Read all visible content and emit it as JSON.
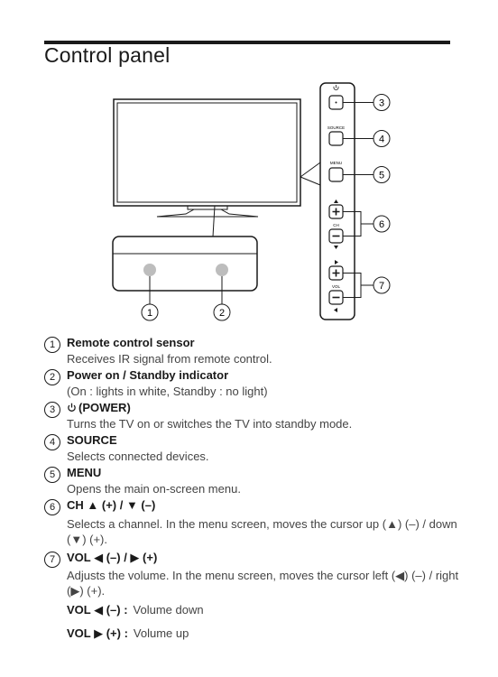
{
  "page": {
    "title": "Control panel"
  },
  "diagram": {
    "callouts": [
      "1",
      "2",
      "3",
      "4",
      "5",
      "6",
      "7"
    ],
    "button_labels": {
      "source": "SOURCE",
      "menu": "MENU",
      "ch": "CH",
      "vol": "VOL"
    }
  },
  "items": [
    {
      "num": "1",
      "title": "Remote control sensor",
      "desc": "Receives IR signal from remote control."
    },
    {
      "num": "2",
      "title": "Power on / Standby indicator",
      "desc": "(On : lights in white, Standby : no light)"
    },
    {
      "num": "3",
      "title": "(POWER)",
      "desc": "Turns the TV on or switches the TV into standby mode."
    },
    {
      "num": "4",
      "title": "SOURCE",
      "desc": "Selects connected devices."
    },
    {
      "num": "5",
      "title": "MENU",
      "desc": "Opens the main on-screen menu."
    },
    {
      "num": "6",
      "title": "CH ▲ (+) / ▼ (–)",
      "desc": "Selects a channel. In the menu screen, moves the cursor up (▲) (–) / down (▼) (+)."
    },
    {
      "num": "7",
      "title": "VOL ◀ (–) / ▶ (+)",
      "desc": "Adjusts the volume. In the menu screen, moves the cursor left (◀) (–) / right (▶) (+)."
    }
  ],
  "vol_notes": [
    {
      "key": "VOL ◀ (–) :",
      "value": "Volume down"
    },
    {
      "key": "VOL ▶ (+) :",
      "value": "Volume up"
    }
  ]
}
